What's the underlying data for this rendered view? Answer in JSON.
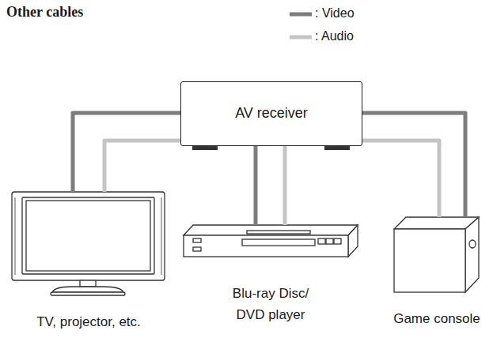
{
  "diagram": {
    "title": "Other cables",
    "nodes": [
      {
        "text": [
          "AV receiver"
        ]
      },
      {
        "text": [
          "TV, projector, etc."
        ]
      },
      {
        "text": [
          "Blu-ray Disc/ DVD player"
        ]
      },
      {
        "text": [
          "Game console"
        ]
      }
    ],
    "edges": [
      {
        "from": 0,
        "to": 1,
        "arrow": "none"
      },
      {
        "from": 0,
        "to": 1,
        "arrow": "none"
      },
      {
        "from": 0,
        "to": 2,
        "arrow": "none"
      },
      {
        "from": 0,
        "to": 2,
        "arrow": "none"
      },
      {
        "from": 0,
        "to": 3,
        "arrow": "none"
      },
      {
        "from": 0,
        "to": 3,
        "arrow": "none"
      }
    ],
    "legend": [
      {
        "text": ": Video"
      },
      {
        "text": ": Audio"
      }
    ]
  }
}
